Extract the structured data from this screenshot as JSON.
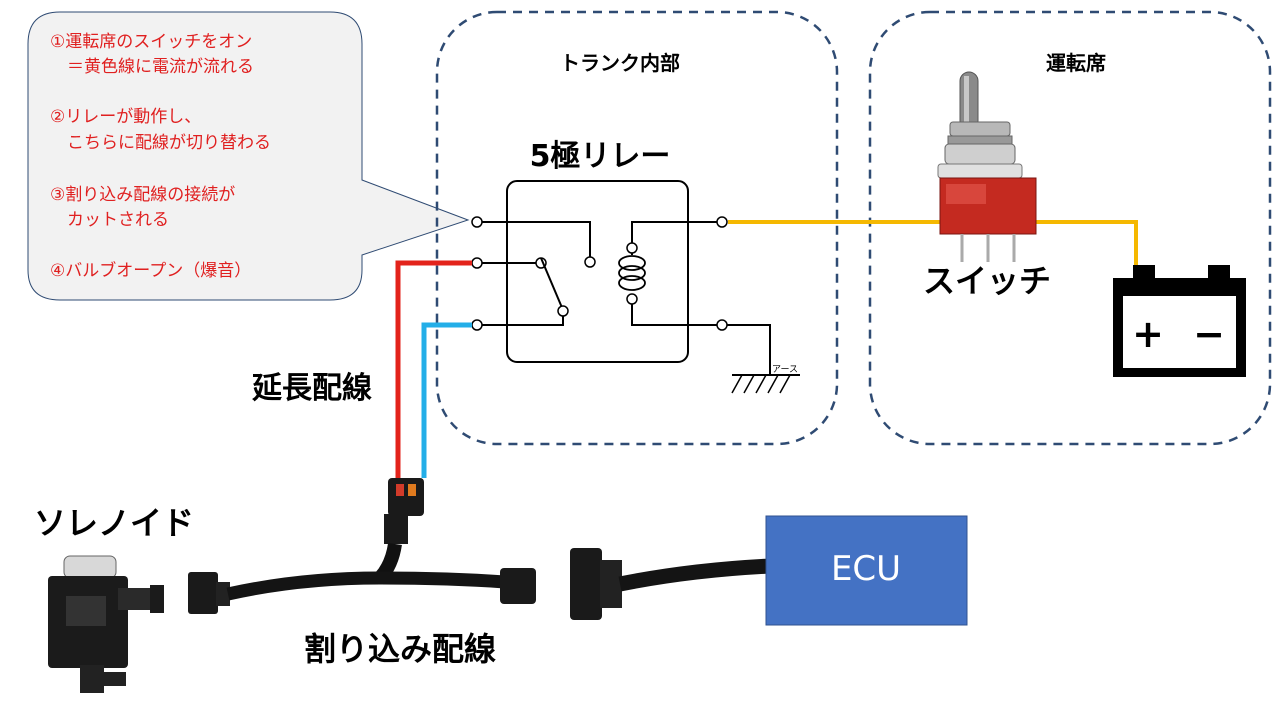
{
  "callout": {
    "lines": [
      "①運転席のスイッチをオン",
      "　＝黄色線に電流が流れる",
      "②リレーが動作し、",
      "　こちらに配線が切り替わる",
      "③割り込み配線の接続が",
      "　カットされる",
      "④バルブオープン（爆音）"
    ]
  },
  "zones": {
    "trunk_label": "トランク内部",
    "driver_label": "運転席"
  },
  "relay": {
    "title": "5極リレー",
    "ground_label": "アース"
  },
  "switch": {
    "label": "スイッチ"
  },
  "battery": {
    "plus": "+",
    "minus": "−"
  },
  "labels": {
    "extension_wiring": "延長配線",
    "solenoid": "ソレノイド",
    "tap_wiring": "割り込み配線"
  },
  "ecu": {
    "label": "ECU"
  },
  "colors": {
    "yellow_wire": "#f5b800",
    "red_wire": "#e3231b",
    "blue_wire": "#23aee8",
    "zone_border": "#2f4b73",
    "callout_fill": "#f2f2f2",
    "callout_text": "#e02020",
    "ecu_fill": "#4472c4"
  }
}
